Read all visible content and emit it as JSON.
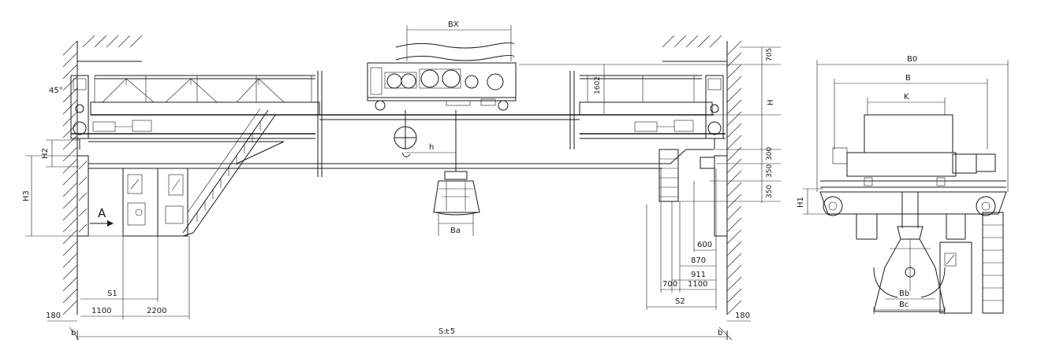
{
  "front_view": {
    "wall_angle": "45°",
    "view_label": "A",
    "dim_bx": "BX",
    "dim_1602": "1602",
    "dim_705": "705",
    "dim_h": "H",
    "dim_h_small": "h",
    "dim_300": "300",
    "dim_350_top": "350",
    "dim_350_bottom": "350",
    "dim_h2": "H2",
    "dim_h3": "H3",
    "dim_ba": "Ba",
    "dim_s1": "S1",
    "dim_1100_left": "1100",
    "dim_2200": "2200",
    "dim_180_left": "180",
    "dim_b_left": "b",
    "dim_span": "S±5",
    "dim_b_right": "b",
    "dim_180_right": "180",
    "dim_600": "600",
    "dim_870": "870",
    "dim_911": "911",
    "dim_700": "700",
    "dim_1100_right": "1100",
    "dim_s2": "S2"
  },
  "side_view": {
    "dim_b0": "B0",
    "dim_b": "B",
    "dim_k": "K",
    "dim_h1": "H1",
    "dim_bb": "Bb",
    "dim_bc": "Bc"
  }
}
